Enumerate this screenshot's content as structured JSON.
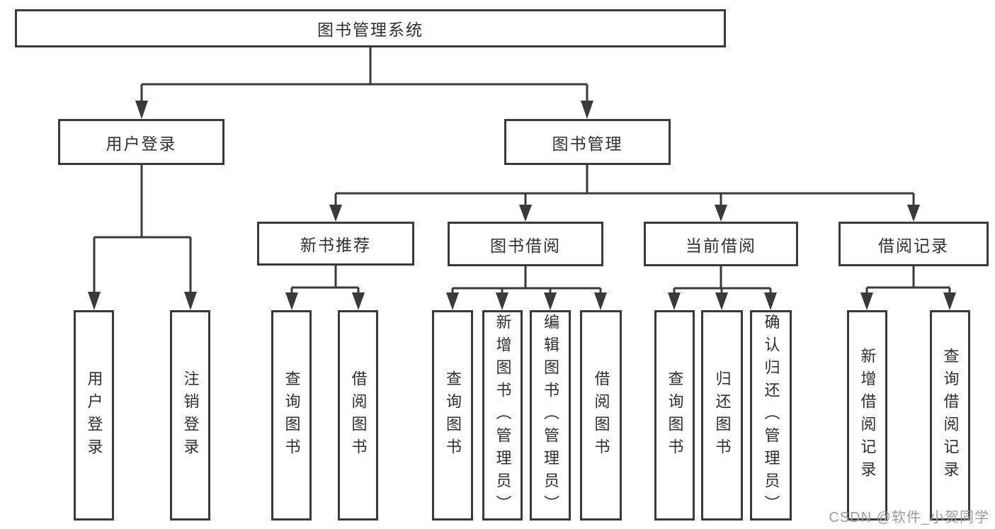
{
  "diagram": {
    "type": "hierarchy-tree",
    "watermark": "CSDN @软件_小贺同学",
    "colors": {
      "line": "#3a3a3a",
      "box_border": "#3a3a3a",
      "text": "#2f2f2f",
      "watermark": "#9c9c9c",
      "background": "#ffffff"
    },
    "nodes": {
      "root": {
        "label": "图书管理系统"
      },
      "user_login": {
        "label": "用户登录"
      },
      "book_mgmt": {
        "label": "图书管理"
      },
      "new_book_rec": {
        "label": "新书推荐"
      },
      "book_borrow": {
        "label": "图书借阅"
      },
      "current_borrow": {
        "label": "当前借阅"
      },
      "borrow_records": {
        "label": "借阅记录"
      },
      "leaf_user_login": {
        "label": "用户登录"
      },
      "leaf_logout": {
        "label": "注销登录"
      },
      "leaf_query_book_1": {
        "label": "查询图书"
      },
      "leaf_borrow_book_1": {
        "label": "借阅图书"
      },
      "leaf_query_book_2": {
        "label": "查询图书"
      },
      "leaf_add_book": {
        "label": "新增图书（管理员）"
      },
      "leaf_edit_book": {
        "label": "编辑图书（管理员）"
      },
      "leaf_borrow_book_2": {
        "label": "借阅图书"
      },
      "leaf_query_book_3": {
        "label": "查询图书"
      },
      "leaf_return_book": {
        "label": "归还图书"
      },
      "leaf_confirm_return": {
        "label": "确认归还（管理员）"
      },
      "leaf_add_record": {
        "label": "新增借阅记录"
      },
      "leaf_query_record": {
        "label": "查询借阅记录"
      }
    },
    "edges": [
      "root->user_login",
      "root->book_mgmt",
      "user_login->leaf_user_login",
      "user_login->leaf_logout",
      "book_mgmt->new_book_rec",
      "book_mgmt->book_borrow",
      "book_mgmt->current_borrow",
      "book_mgmt->borrow_records",
      "new_book_rec->leaf_query_book_1",
      "new_book_rec->leaf_borrow_book_1",
      "book_borrow->leaf_query_book_2",
      "book_borrow->leaf_add_book",
      "book_borrow->leaf_edit_book",
      "book_borrow->leaf_borrow_book_2",
      "current_borrow->leaf_query_book_3",
      "current_borrow->leaf_return_book",
      "current_borrow->leaf_confirm_return",
      "borrow_records->leaf_add_record",
      "borrow_records->leaf_query_record"
    ]
  }
}
